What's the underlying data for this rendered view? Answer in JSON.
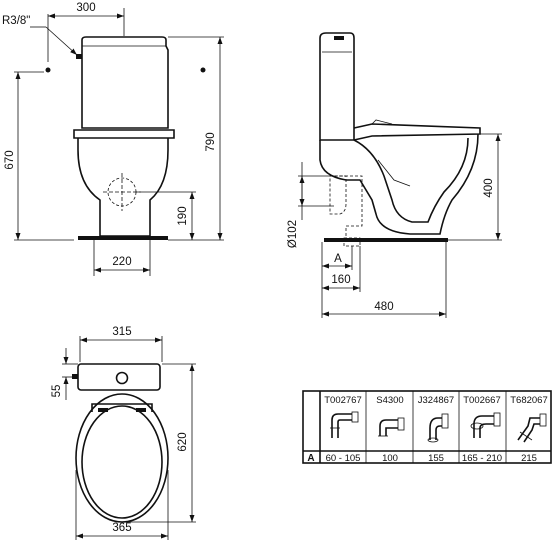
{
  "front_view": {
    "dim_tank_width": "300",
    "thread_label": "R3/8\"",
    "dim_seat_height": "670",
    "dim_total_height": "790",
    "dim_outlet_height": "190",
    "dim_base_width": "220"
  },
  "side_view": {
    "dim_pipe_diameter": "Ø102",
    "dim_a_label": "A",
    "dim_outlet_distance": "160",
    "dim_total_depth": "480",
    "dim_rim_height": "400"
  },
  "top_view": {
    "dim_tank_width": "315",
    "dim_inlet_offset": "55",
    "dim_total_length": "620",
    "dim_bowl_width": "365"
  },
  "connector_table": {
    "row_label": "A",
    "columns": [
      {
        "code": "T002767",
        "value": "60 - 105"
      },
      {
        "code": "S4300",
        "value": "100"
      },
      {
        "code": "J324867",
        "value": "155"
      },
      {
        "code": "T002667",
        "value": "165 - 210"
      },
      {
        "code": "T682067",
        "value": "215"
      }
    ]
  }
}
